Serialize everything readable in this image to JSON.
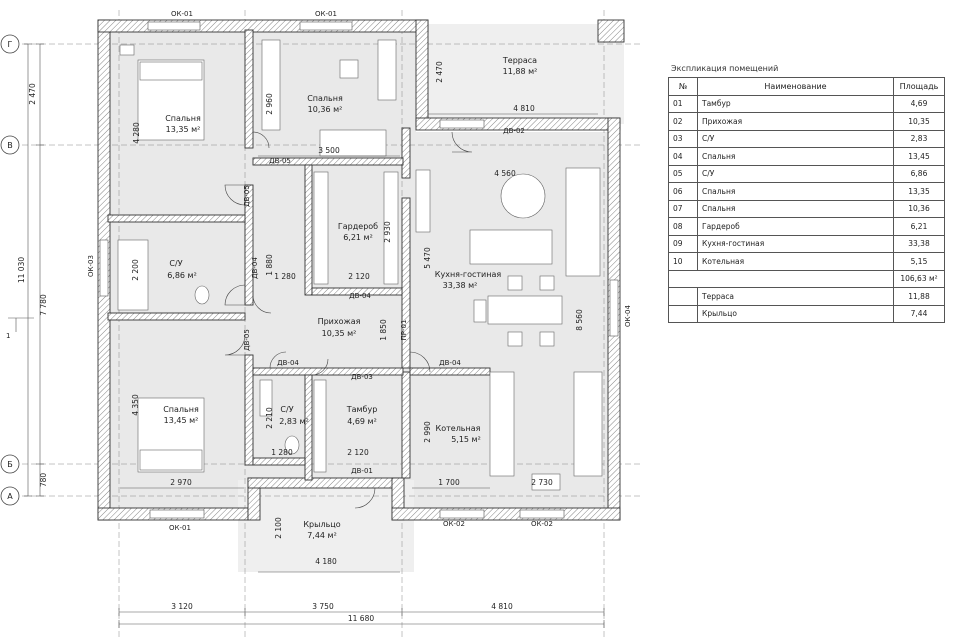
{
  "axes": {
    "g": "Г",
    "v": "В",
    "b": "Б",
    "a": "А"
  },
  "section_mark": "1",
  "windows": {
    "ok01_top_left": "ОК-01",
    "ok01_top_mid": "ОК-01",
    "ok01_bottom": "ОК-01",
    "ok02_bottom_left": "ОК-02",
    "ok02_bottom_right": "ОК-02",
    "ok03_left": "ОК-03",
    "ok04_right": "ОК-04"
  },
  "doors": {
    "dv02": "ДВ-02",
    "dv05_top": "ДВ-05",
    "dv05_upper": "ДВ-05",
    "dv04_left": "ДВ-04",
    "dv05_lower": "ДВ-05",
    "dv04_mid": "ДВ-04",
    "dv04_low": "ДВ-04",
    "dv04_right": "ДВ-04",
    "dv03": "ДВ-03",
    "dv01": "ДВ-01",
    "pr01": "ПР-01"
  },
  "rooms": {
    "terrace": {
      "name": "Терраса",
      "area": "11,88 м²"
    },
    "bedroom_nw": {
      "name": "Спальня",
      "area": "13,35 м²"
    },
    "bedroom_n": {
      "name": "Спальня",
      "area": "10,36 м²"
    },
    "wc_w": {
      "name": "С/У",
      "area": "6,86 м²"
    },
    "wardrobe": {
      "name": "Гардероб",
      "area": "6,21 м²"
    },
    "kitchen": {
      "name": "Кухня-гостиная",
      "area": "33,38 м²"
    },
    "hall": {
      "name": "Прихожая",
      "area": "10,35 м²"
    },
    "bedroom_sw": {
      "name": "Спальня",
      "area": "13,45 м²"
    },
    "wc_s": {
      "name": "С/У",
      "area": "2,83 м²"
    },
    "vestibule": {
      "name": "Тамбур",
      "area": "4,69 м²"
    },
    "boiler": {
      "name": "Котельная",
      "area": "5,15 м²"
    },
    "porch": {
      "name": "Крыльцо",
      "area": "7,44 м²"
    }
  },
  "dims": {
    "d2470_left": "2 470",
    "d11030": "11 030",
    "d7780": "7 780",
    "d780": "780",
    "d2470_terr": "2 470",
    "d4810_terr": "4 810",
    "d2960": "2 960",
    "d4280": "4 280",
    "d3500": "3 500",
    "d4560": "4 560",
    "d2930": "2 930",
    "d5470": "5 470",
    "d2200": "2 200",
    "d1880": "1 880",
    "d1280_mid": "1 280",
    "d2120_mid": "2 120",
    "d1850": "1 850",
    "d8560": "8 560",
    "d4350": "4 350",
    "d2210": "2 210",
    "d2990": "2 990",
    "d1280_low": "1 280",
    "d2120_low": "2 120",
    "d2970": "2 970",
    "d1700": "1 700",
    "d2730": "2 730",
    "d2100": "2 100",
    "d4180": "4 180",
    "d3120": "3 120",
    "d3750": "3 750",
    "d4810_bottom": "4 810",
    "d11680": "11 680"
  },
  "explication": {
    "title": "Экспликация помещений",
    "headers": [
      "№",
      "Наименование",
      "Площадь"
    ],
    "rows": [
      [
        "01",
        "Тамбур",
        "4,69"
      ],
      [
        "02",
        "Прихожая",
        "10,35"
      ],
      [
        "03",
        "С/У",
        "2,83"
      ],
      [
        "04",
        "Спальня",
        "13,45"
      ],
      [
        "05",
        "С/У",
        "6,86"
      ],
      [
        "06",
        "Спальня",
        "13,35"
      ],
      [
        "07",
        "Спальня",
        "10,36"
      ],
      [
        "08",
        "Гардероб",
        "6,21"
      ],
      [
        "09",
        "Кухня-гостиная",
        "33,38"
      ],
      [
        "10",
        "Котельная",
        "5,15"
      ]
    ],
    "total": "106,63 м²",
    "extra": [
      [
        "Терраса",
        "11,88"
      ],
      [
        "Крыльцо",
        "7,44"
      ]
    ]
  }
}
